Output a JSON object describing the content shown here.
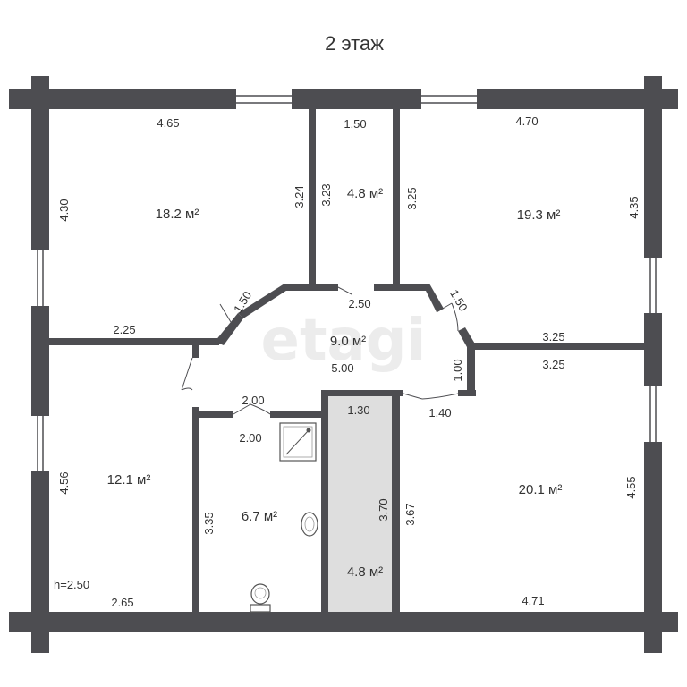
{
  "title": "2 этаж",
  "watermark": "etagi",
  "colors": {
    "wall": "#4d4d51",
    "background": "#ffffff",
    "text": "#333333",
    "stair_fill": "#dedede"
  },
  "rooms": [
    {
      "id": "nw-bedroom",
      "area": "18.2 м²"
    },
    {
      "id": "wardrobe",
      "area": "4.8 м²"
    },
    {
      "id": "ne-bedroom",
      "area": "19.3 м²"
    },
    {
      "id": "hall",
      "area": "9.0 м²"
    },
    {
      "id": "sw-bedroom",
      "area": "12.1 м²"
    },
    {
      "id": "bathroom",
      "area": "6.7 м²"
    },
    {
      "id": "stair",
      "area": "4.8 м²"
    },
    {
      "id": "se-bedroom",
      "area": "20.1 м²"
    }
  ],
  "dimensions": {
    "nw_top": "4.65",
    "nw_left": "4.30",
    "nw_right": "3.24",
    "wardrobe_top": "1.50",
    "wardrobe_left": "3.23",
    "wardrobe_right": "3.25",
    "ne_top": "4.70",
    "ne_right": "4.35",
    "nw_bottom": "2.25",
    "hall_door_left": "1.50",
    "hall_top": "2.50",
    "hall_door_right": "1.50",
    "ne_bottom": "3.25",
    "hall_width": "5.00",
    "hall_right": "1.00",
    "se_top": "3.25",
    "hall_bottom_left": "2.00",
    "bath_top": "2.00",
    "stair_top": "1.30",
    "se_door": "1.40",
    "sw_left": "4.56",
    "bath_left": "3.35",
    "stair_right": "3.70",
    "se_left": "3.67",
    "se_right": "4.55",
    "ceiling_height": "h=2.50",
    "sw_bottom": "2.65",
    "se_bottom": "4.71"
  }
}
